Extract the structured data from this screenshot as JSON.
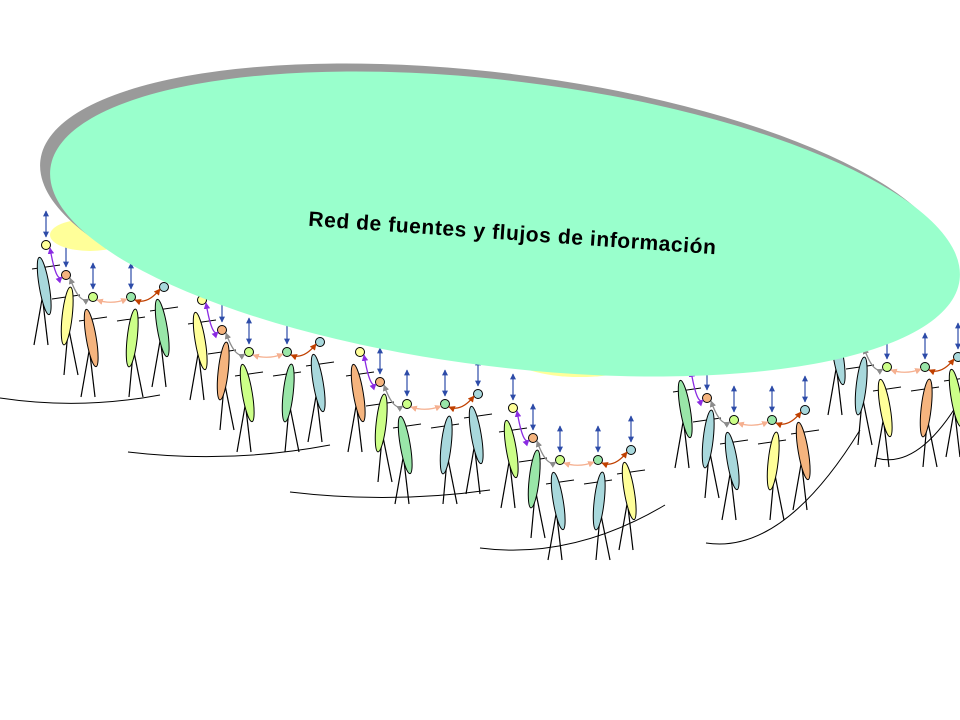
{
  "diagram": {
    "title": "Red de fuentes y  flujos de información",
    "colors": {
      "ellipse_fill": "#99ffcc",
      "ellipse_shadow": "#9a9a9a",
      "under_glow": "#ffff99",
      "body_colors": [
        "#a8d8dc",
        "#ffff99",
        "#f5b47e",
        "#ccff88",
        "#99e6a8",
        "#a8d8dc"
      ],
      "vertical_arrow": "#2d4ba8",
      "link_colors": [
        "#8a2be2",
        "#8c8c8c",
        "#f5c0a0",
        "#c04000"
      ]
    },
    "groups_count": 6,
    "people_per_group": 5
  }
}
